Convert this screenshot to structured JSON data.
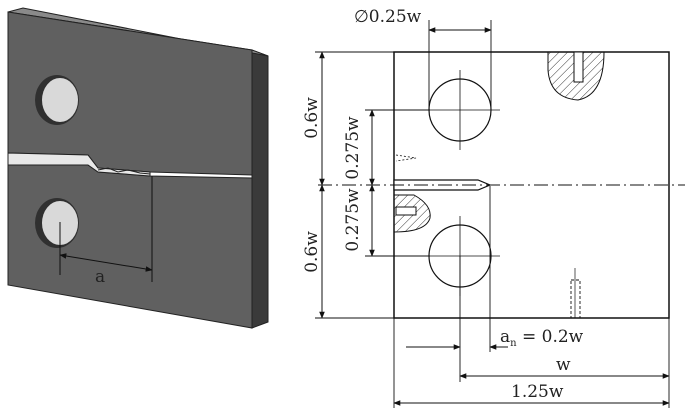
{
  "isometric_view": {
    "crack_length_label": "a"
  },
  "drawing": {
    "hole_diameter_label": "∅0.25w",
    "upper_half_height_label": "0.6w",
    "lower_half_height_label": "0.6w",
    "upper_hole_offset_label": "0.275w",
    "lower_hole_offset_label": "0.275w",
    "notch_length_label_main": "a",
    "notch_length_label_sub": "n",
    "notch_length_label_rest": " = 0.2w",
    "width_label": "w",
    "total_width_label": "1.25w"
  },
  "colors": {
    "specimen_front": "#606060",
    "specimen_side": "#3a3a3a",
    "specimen_top": "#8a8a8a",
    "line": "#111111",
    "hatch": "#333333"
  }
}
